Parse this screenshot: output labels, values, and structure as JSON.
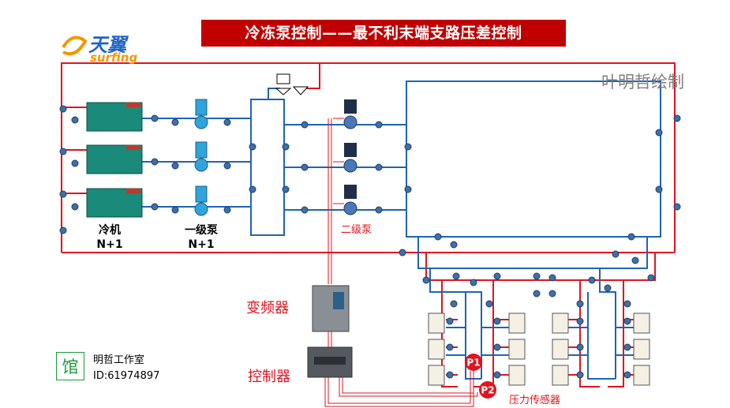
{
  "title": "冷冻泵控制——最不利末端支路压差控制",
  "author": "叶明哲绘制",
  "logo": {
    "main": "天翼",
    "sub": "surfing"
  },
  "labels": {
    "chiller": "冷机",
    "chiller_count": "N+1",
    "primary_pump": "一级泵",
    "primary_pump_count": "N+1",
    "secondary_pump": "二级泵",
    "vfd": "变频器",
    "controller": "控制器",
    "pressure_sensor": "压力传感器"
  },
  "sensors": {
    "p1": "P1",
    "p2": "P2"
  },
  "studio": {
    "stamp": "馆",
    "name": "明哲工作室",
    "id": "ID:61974897"
  },
  "colors": {
    "supply": "#e0141e",
    "return": "#1e64b4",
    "title_bg": "#c00000",
    "chiller": "#1a8a7a",
    "pump": "#2fa4dc"
  }
}
